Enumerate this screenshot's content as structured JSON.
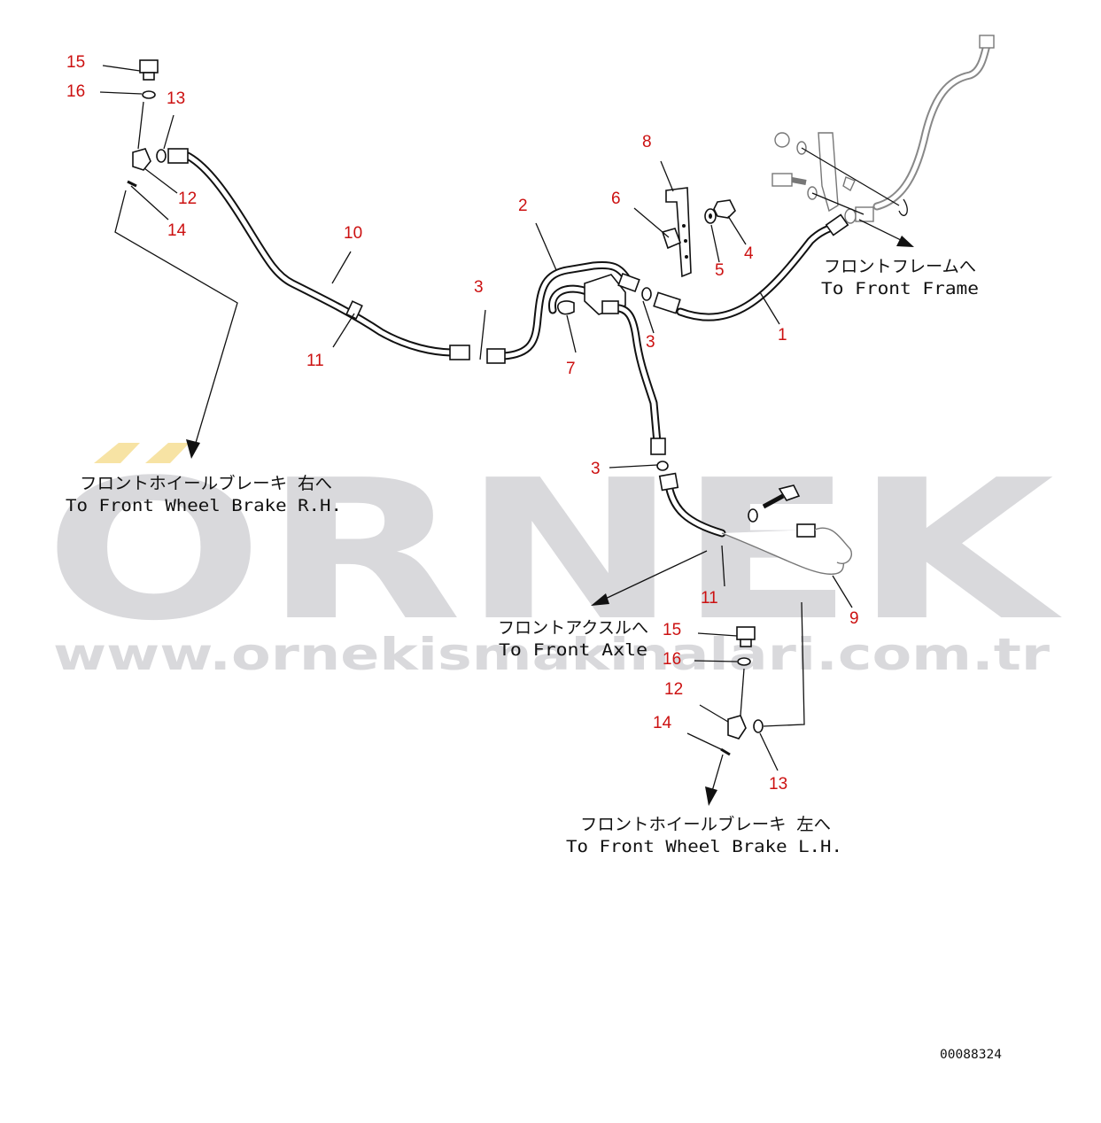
{
  "watermark": {
    "brand": "ORNEK",
    "url": "www.ornekismakinalari.com.tr"
  },
  "callouts": [
    {
      "id": "c15a",
      "label": "15"
    },
    {
      "id": "c16a",
      "label": "16"
    },
    {
      "id": "c13a",
      "label": "13"
    },
    {
      "id": "c12a",
      "label": "12"
    },
    {
      "id": "c14a",
      "label": "14"
    },
    {
      "id": "c10",
      "label": "10"
    },
    {
      "id": "c11a",
      "label": "11"
    },
    {
      "id": "c3a",
      "label": "3"
    },
    {
      "id": "c2",
      "label": "2"
    },
    {
      "id": "c7",
      "label": "7"
    },
    {
      "id": "c3b",
      "label": "3"
    },
    {
      "id": "c6",
      "label": "6"
    },
    {
      "id": "c8",
      "label": "8"
    },
    {
      "id": "c5",
      "label": "5"
    },
    {
      "id": "c4",
      "label": "4"
    },
    {
      "id": "c1",
      "label": "1"
    },
    {
      "id": "c3c",
      "label": "3"
    },
    {
      "id": "c11b",
      "label": "11"
    },
    {
      "id": "c9",
      "label": "9"
    },
    {
      "id": "c15b",
      "label": "15"
    },
    {
      "id": "c16b",
      "label": "16"
    },
    {
      "id": "c12b",
      "label": "12"
    },
    {
      "id": "c14b",
      "label": "14"
    },
    {
      "id": "c13b",
      "label": "13"
    }
  ],
  "notes": {
    "front_frame_jp": "フロントフレームへ",
    "front_frame_en": "To Front Frame",
    "wheel_rh_jp": "フロントホイールブレーキ 右へ",
    "wheel_rh_en": "To Front Wheel Brake R.H.",
    "axle_jp": "フロントアクスルへ",
    "axle_en": "To Front Axle",
    "wheel_lh_jp": "フロントホイールブレーキ 左へ",
    "wheel_lh_en": "To Front Wheel Brake L.H."
  },
  "doc_id": "00088324"
}
